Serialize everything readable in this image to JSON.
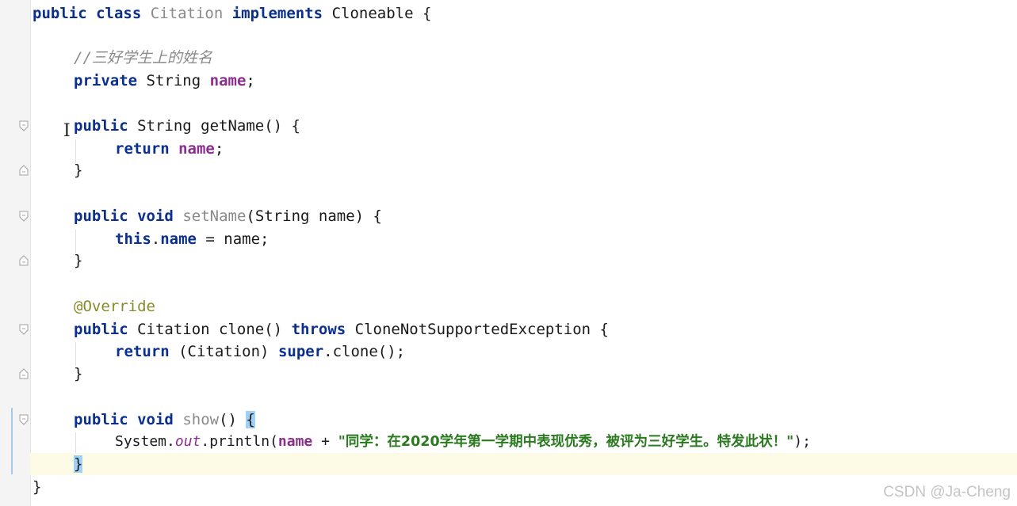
{
  "editor": {
    "lines": [
      {
        "parts": [
          "public",
          "class",
          "Citation",
          "implements",
          "Cloneable {"
        ]
      },
      {
        "comment": "//三好学生上的姓名"
      },
      {
        "parts": [
          "private",
          "String",
          "name",
          ";"
        ]
      },
      {
        "parts": [
          "public",
          "String getName() {"
        ]
      },
      {
        "parts": [
          "return",
          "name",
          ";"
        ]
      },
      {
        "text": "}"
      },
      {
        "parts": [
          "public",
          "void",
          "setName",
          "(String name) {"
        ]
      },
      {
        "parts": [
          "this",
          ".",
          "name",
          " = name;"
        ]
      },
      {
        "text": "}"
      },
      {
        "annotation": "@Override"
      },
      {
        "parts": [
          "public",
          "Citation clone()",
          "throws",
          "CloneNotSupportedException {"
        ]
      },
      {
        "parts": [
          "return",
          "(Citation)",
          "super",
          ".clone();"
        ]
      },
      {
        "text": "}"
      },
      {
        "parts": [
          "public",
          "void",
          "show",
          "() ",
          "{"
        ]
      },
      {
        "parts": [
          "System.",
          "out",
          ".println(",
          "name",
          " + ",
          "\"同学：在2020学年第一学期中表现优秀，被评为三好学生。特发此状！\"",
          ");"
        ]
      },
      {
        "text": "}"
      },
      {
        "text": "}"
      }
    ]
  },
  "watermark": "CSDN @Ja-Cheng",
  "icons": {
    "fold_open": "fold-open-icon",
    "fold_close": "fold-close-icon",
    "text_cursor": "text-cursor-icon"
  }
}
